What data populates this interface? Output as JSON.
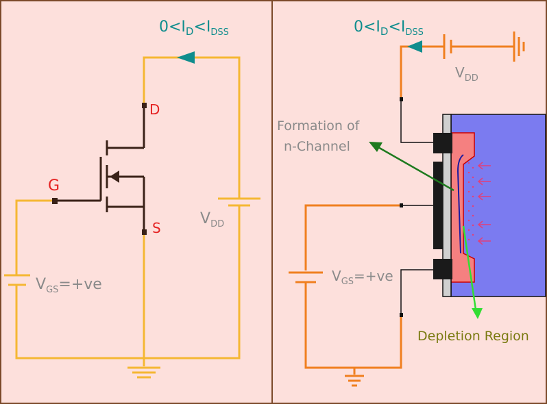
{
  "left_panel": {
    "current_label": {
      "pre": "0<I",
      "sub1": "D",
      "mid": "<I",
      "sub2": "DSS"
    },
    "drain_label": "D",
    "gate_label": "G",
    "source_label": "S",
    "vdd_label": {
      "main": "V",
      "sub": "DD"
    },
    "vgs_label": {
      "main": "V",
      "sub": "GS",
      "rest": "=+ve"
    }
  },
  "right_panel": {
    "current_label": {
      "pre": "0<I",
      "sub1": "D",
      "mid": "<I",
      "sub2": "DSS"
    },
    "vdd_label": {
      "main": "V",
      "sub": "DD"
    },
    "vgs_label": {
      "main": "V",
      "sub": "GS",
      "rest": "=+ve"
    },
    "channel_label_line1": "Formation of",
    "channel_label_line2": "n-Channel",
    "depletion_label": "Depletion Region"
  },
  "colors": {
    "background": "#fde0dc",
    "frame": "#7b4a2a",
    "wire_left": "#f5b733",
    "wire_right": "#f07f1f",
    "arrow_teal": "#0f8d8d",
    "mosfet": "#3a2218",
    "terminal_red": "#e52222",
    "gray_text": "#8a8a8a",
    "substrate": "#7b7bf0",
    "n_region": "#f58080",
    "oxide": "#d0d0d0",
    "metal": "#1a1a1a",
    "channel_arrow": "#1e7a1e",
    "depletion_arrow": "#33dd33",
    "depletion_text": "#7a7a10",
    "field_arrows": "#e0407a"
  }
}
